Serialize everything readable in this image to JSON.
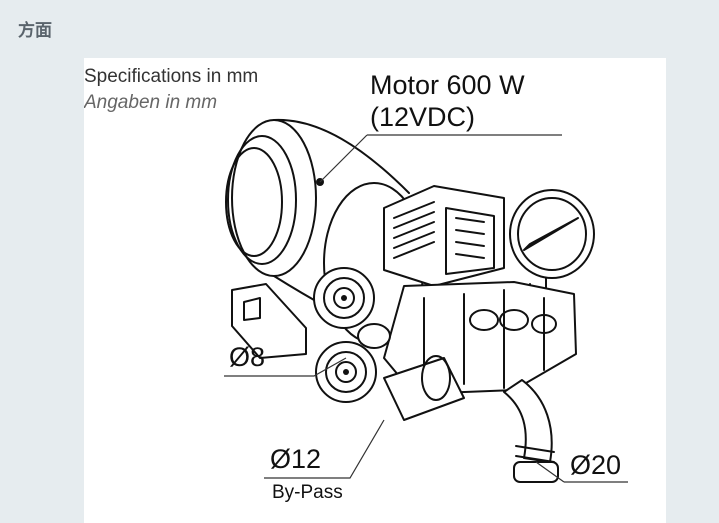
{
  "page": {
    "section_label": "方面"
  },
  "figure": {
    "spec_en": "Specifications in mm",
    "spec_de": "Angaben in mm",
    "motor_line1": "Motor 600 W",
    "motor_line2": "(12VDC)",
    "dim_8": "Ø8",
    "dim_12": "Ø12",
    "bypass": "By-Pass",
    "dim_20": "Ø20"
  }
}
